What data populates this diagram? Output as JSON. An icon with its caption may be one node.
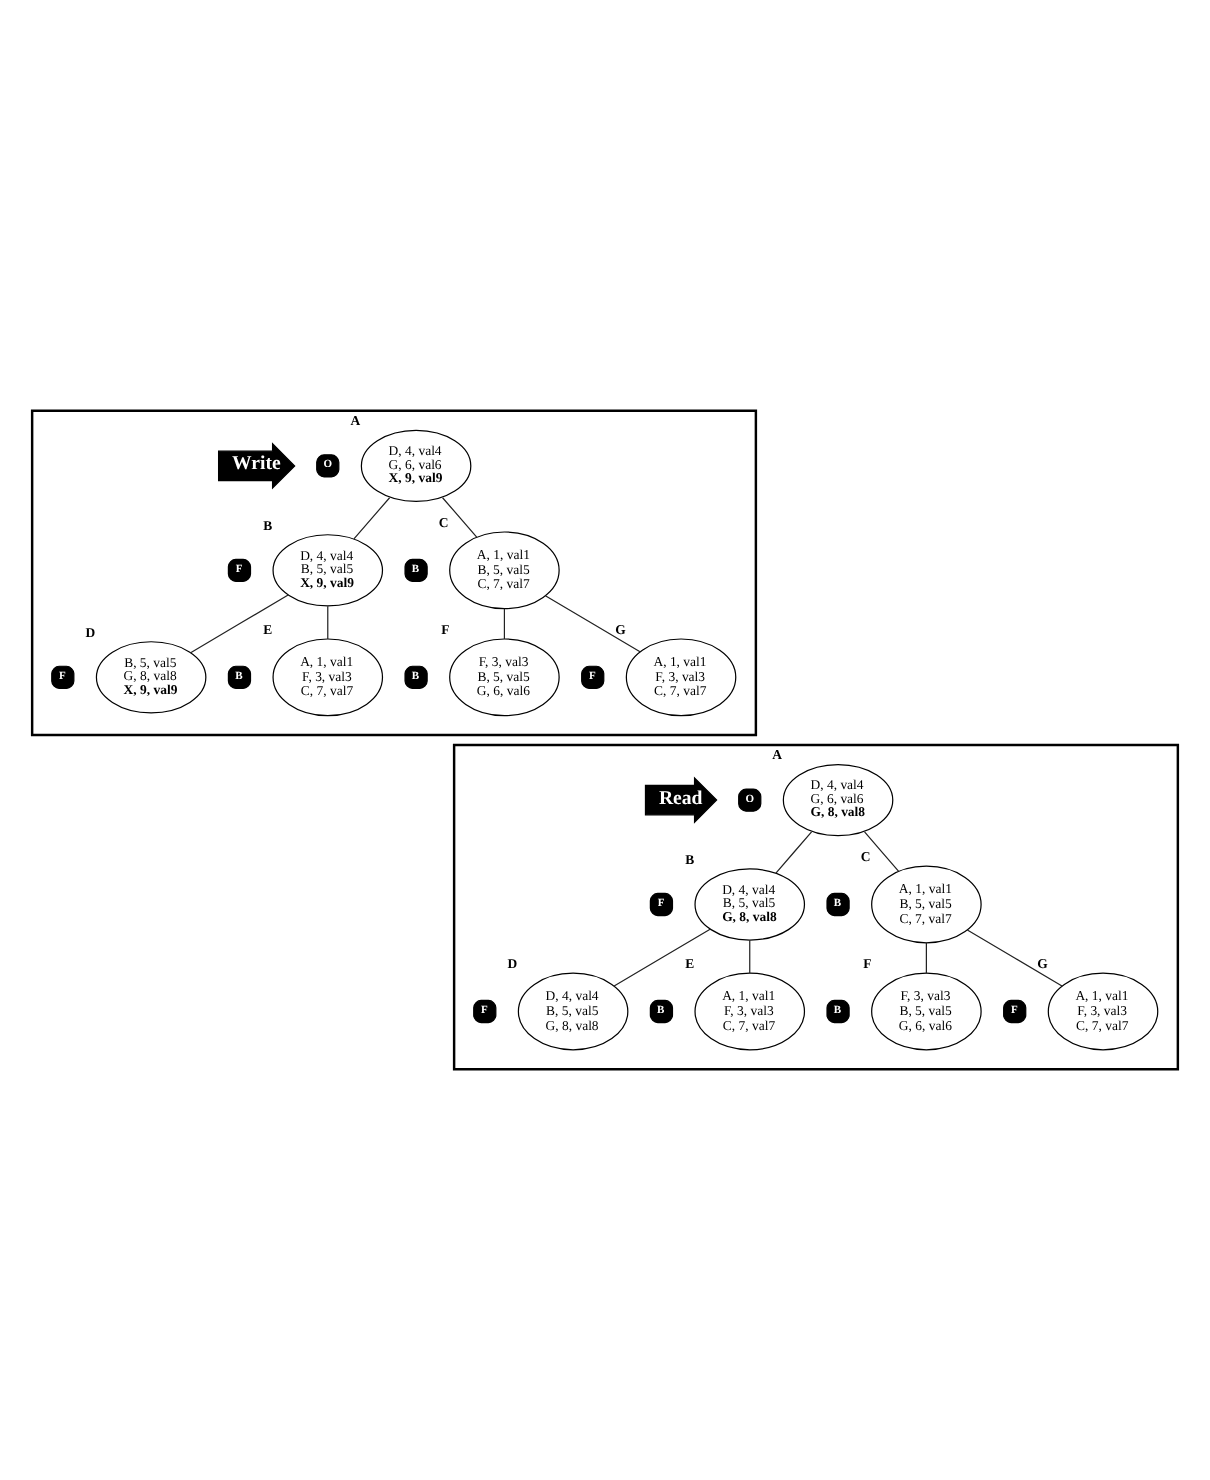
{
  "diagram": {
    "nodes": [
      {
        "text": [],
        "shape": "box"
      },
      {
        "text": [
          "Write"
        ],
        "in": 0
      },
      {
        "text": [
          "O"
        ],
        "in": 0
      },
      {
        "text": [
          "D, 4, val4",
          "G, 6, val6",
          "**X, 9, val9**"
        ],
        "beside": [
          "A"
        ],
        "in": 0
      },
      {
        "text": [
          "F"
        ],
        "in": 0
      },
      {
        "text": [
          "D, 4, val4",
          "B, 5, val5",
          "**X, 9, val9**"
        ],
        "beside": [
          "B"
        ],
        "in": 0
      },
      {
        "text": [
          "B"
        ],
        "in": 0
      },
      {
        "text": [
          "A, 1, val1",
          "B, 5, val5",
          "C, 7, val7"
        ],
        "beside": [
          "C"
        ],
        "in": 0
      },
      {
        "text": [
          "F"
        ],
        "in": 0
      },
      {
        "text": [
          "B, 5, val5",
          "G, 8, val8",
          "**X, 9, val9**"
        ],
        "beside": [
          "D"
        ],
        "in": 0
      },
      {
        "text": [
          "B"
        ],
        "in": 0
      },
      {
        "text": [
          "A, 1, val1",
          "F, 3, val3",
          "C, 7, val7"
        ],
        "beside": [
          "E"
        ],
        "in": 0
      },
      {
        "text": [
          "B"
        ],
        "in": 0
      },
      {
        "text": [
          "F, 3, val3",
          "B, 5, val5",
          "G, 6, val6"
        ],
        "beside": [
          "F"
        ],
        "in": 0
      },
      {
        "text": [
          "F"
        ],
        "in": 0
      },
      {
        "text": [
          "A, 1, val1",
          "F, 3, val3",
          "C, 7, val7"
        ],
        "beside": [
          "G"
        ],
        "in": 0
      },
      {
        "text": [],
        "shape": "box"
      },
      {
        "text": [
          "Read"
        ],
        "in": 16
      },
      {
        "text": [
          "O"
        ],
        "in": 16
      },
      {
        "text": [
          "D, 4, val4",
          "G, 6, val6",
          "**G, 8, val8**"
        ],
        "beside": [
          "A"
        ],
        "in": 16
      },
      {
        "text": [
          "F"
        ],
        "in": 16
      },
      {
        "text": [
          "D, 4, val4",
          "B, 5, val5",
          "**G, 8, val8**"
        ],
        "beside": [
          "B"
        ],
        "in": 16
      },
      {
        "text": [
          "B"
        ],
        "in": 16
      },
      {
        "text": [
          "A, 1, val1",
          "B, 5, val5",
          "C, 7, val7"
        ],
        "beside": [
          "C"
        ],
        "in": 16
      },
      {
        "text": [
          "F"
        ],
        "in": 16
      },
      {
        "text": [
          "D, 4, val4",
          "B, 5, val5",
          "G, 8, val8"
        ],
        "beside": [
          "D"
        ],
        "in": 16
      },
      {
        "text": [
          "B"
        ],
        "in": 16
      },
      {
        "text": [
          "A, 1, val1",
          "F, 3, val3",
          "C, 7, val7"
        ],
        "beside": [
          "E"
        ],
        "in": 16
      },
      {
        "text": [
          "B"
        ],
        "in": 16
      },
      {
        "text": [
          "F, 3, val3",
          "B, 5, val5",
          "G, 6, val6"
        ],
        "beside": [
          "F"
        ],
        "in": 16
      },
      {
        "text": [
          "F"
        ],
        "in": 16
      },
      {
        "text": [
          "A, 1, val1",
          "F, 3, val3",
          "C, 7, val7"
        ],
        "beside": [
          "G"
        ],
        "in": 16
      }
    ],
    "edges": [
      {
        "from": 3,
        "to": 5,
        "arrow": "none"
      },
      {
        "from": 3,
        "to": 7,
        "arrow": "none"
      },
      {
        "from": 5,
        "to": 9,
        "arrow": "none"
      },
      {
        "from": 5,
        "to": 11,
        "arrow": "none"
      },
      {
        "from": 7,
        "to": 13,
        "arrow": "none"
      },
      {
        "from": 7,
        "to": 15,
        "arrow": "none"
      },
      {
        "from": 19,
        "to": 21,
        "arrow": "none"
      },
      {
        "from": 19,
        "to": 23,
        "arrow": "none"
      },
      {
        "from": 21,
        "to": 25,
        "arrow": "none"
      },
      {
        "from": 21,
        "to": 27,
        "arrow": "none"
      },
      {
        "from": 23,
        "to": 29,
        "arrow": "none"
      },
      {
        "from": 23,
        "to": 31,
        "arrow": "none"
      }
    ]
  }
}
